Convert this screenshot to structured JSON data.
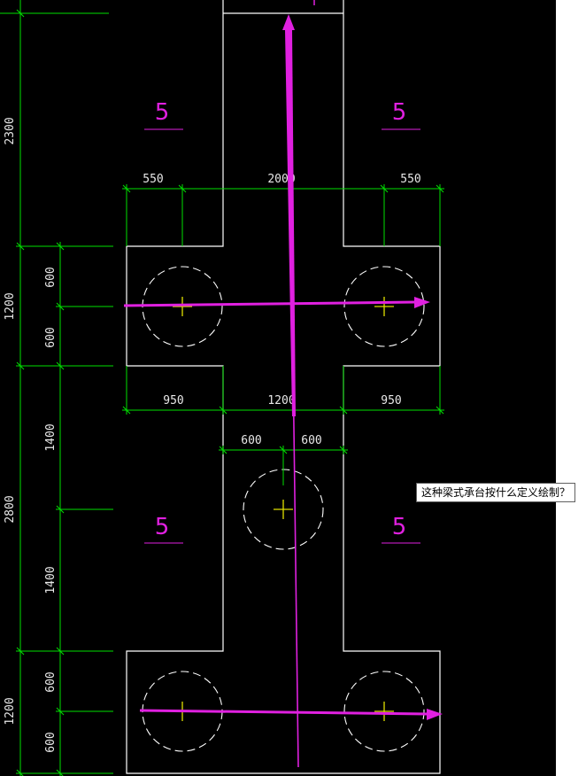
{
  "colors": {
    "background": "#000000",
    "outline": "#ffffff",
    "dimension": "#00e000",
    "annotation": "#e020e0",
    "pile_center": "#e0e000",
    "pile_circle": "#ffffff"
  },
  "drawing": {
    "top_widths": [
      "550",
      "2000",
      "550"
    ],
    "middle_widths": [
      "950",
      "1200",
      "950"
    ],
    "lower_widths": [
      "600",
      "600"
    ],
    "left_outer_heights": [
      "2300",
      "1200",
      "2800",
      "1200"
    ],
    "left_inner_heights": [
      "600",
      "600",
      "1400",
      "1400",
      "600",
      "600"
    ],
    "section_marks": [
      "5",
      "5",
      "5",
      "5"
    ]
  },
  "tooltip": {
    "text": "这种梁式承台按什么定义绘制？"
  }
}
